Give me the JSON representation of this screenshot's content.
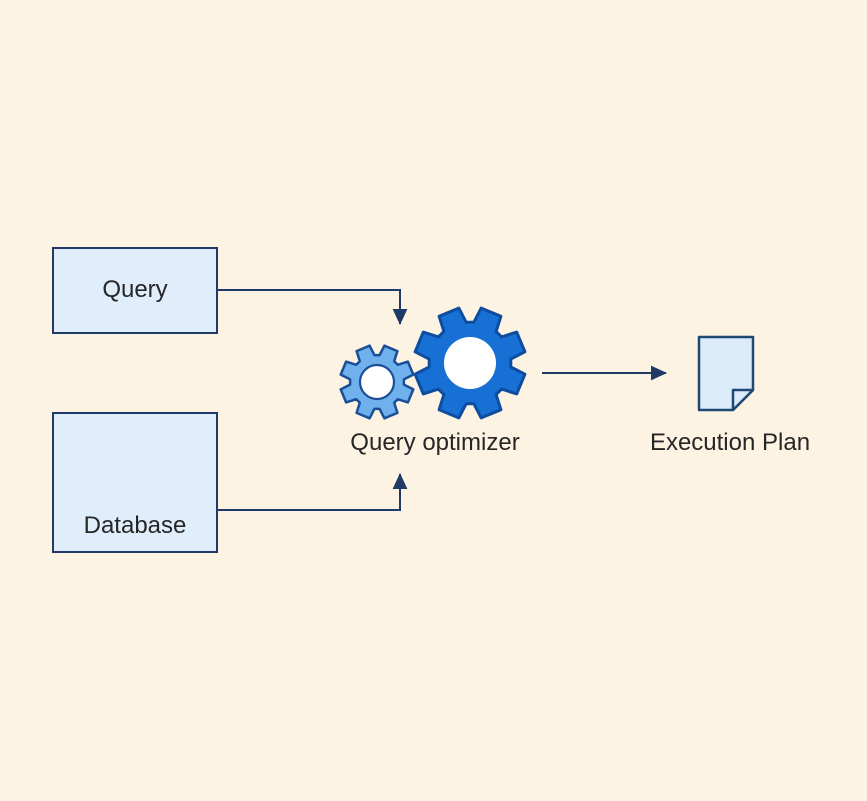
{
  "diagram": {
    "nodes": {
      "query": {
        "label": "Query"
      },
      "database": {
        "label": "Database"
      },
      "optimizer": {
        "label": "Query optimizer"
      },
      "execution_plan": {
        "label": "Execution Plan"
      }
    },
    "edges": [
      {
        "from": "query",
        "to": "optimizer"
      },
      {
        "from": "database",
        "to": "optimizer"
      },
      {
        "from": "optimizer",
        "to": "execution_plan"
      }
    ],
    "icons": {
      "optimizer_small": "gear-icon",
      "optimizer_big": "gear-icon",
      "database": "database-cylinder-icon",
      "execution_plan": "document-page-icon"
    }
  },
  "colors": {
    "background": "#FDF3E3",
    "node_fill": "#E0EEFC",
    "node_border": "#1F3A66",
    "arrow": "#1F3A66",
    "gear_small_fill": "#6FB1EC",
    "gear_small_stroke": "#1A4E96",
    "gear_big_fill": "#1771D4",
    "gear_big_stroke": "#0D4C9E",
    "doc_fill": "#DCEBFA",
    "doc_stroke": "#1F4873",
    "db_icon_stroke": "#1E2B45",
    "label_text": "#262626"
  }
}
